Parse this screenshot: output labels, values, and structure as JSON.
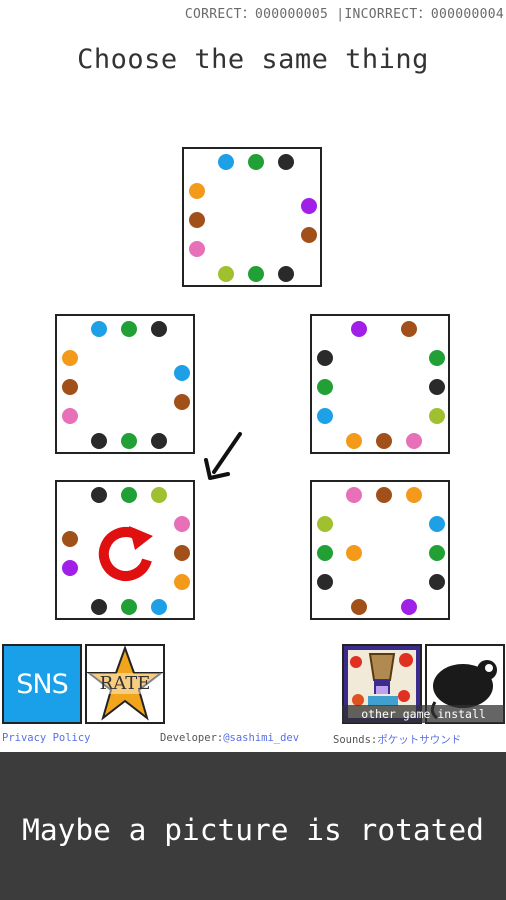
{
  "score": {
    "text": "CORRECT：000000005 |INCORRECT：000000004"
  },
  "title": "Choose the same thing",
  "colors": {
    "blue": "#1ea0e6",
    "green": "#20a035",
    "black": "#2a2a2a",
    "orange": "#f39a1a",
    "brown": "#a2501a",
    "pink": "#e870b8",
    "purple": "#a020e8",
    "lime": "#a0c030"
  },
  "cards": [
    {
      "id": "top",
      "dots": {
        "top": [
          "blue",
          "green",
          "black"
        ],
        "right": [
          "purple",
          "brown"
        ],
        "bottom": [
          "lime",
          "green",
          "black"
        ],
        "left": [
          "orange",
          "brown",
          "pink"
        ]
      }
    },
    {
      "id": "middle-left",
      "dots": {
        "top": [
          "blue",
          "green",
          "black"
        ],
        "right": [
          "blue",
          "brown"
        ],
        "bottom": [
          "black",
          "green",
          "black"
        ],
        "left": [
          "orange",
          "brown",
          "pink"
        ]
      }
    },
    {
      "id": "middle-right",
      "dots": {
        "top": [
          "purple",
          "brown"
        ],
        "right": [
          "green",
          "black",
          "lime"
        ],
        "bottom": [
          "orange",
          "brown",
          "pink"
        ],
        "left": [
          "black",
          "green",
          "blue"
        ]
      }
    },
    {
      "id": "bottom-left",
      "rotated": true,
      "dots": {
        "top": [
          "black",
          "green",
          "lime"
        ],
        "right": [
          "pink",
          "brown",
          "orange"
        ],
        "bottom": [
          "black",
          "green",
          "blue"
        ],
        "left": [
          "brown",
          "purple"
        ]
      }
    },
    {
      "id": "bottom-right",
      "dots": {
        "top": [
          "pink",
          "brown",
          "orange"
        ],
        "right": [
          "blue",
          "green",
          "black"
        ],
        "bottom": [
          "brown",
          "purple"
        ],
        "left": [
          "lime",
          "green",
          "black"
        ],
        "center": [
          "orange"
        ]
      }
    }
  ],
  "buttons": {
    "sns": "SNS",
    "rate": "RATE",
    "install": "other game install"
  },
  "footer": {
    "privacy": "Privacy Policy",
    "developer_label": "Developer:",
    "developer_handle": "@sashimi_dev",
    "sounds_label": "Sounds:",
    "sounds_handle": "ポケットサウンド"
  },
  "hint": "Maybe a picture is rotated"
}
